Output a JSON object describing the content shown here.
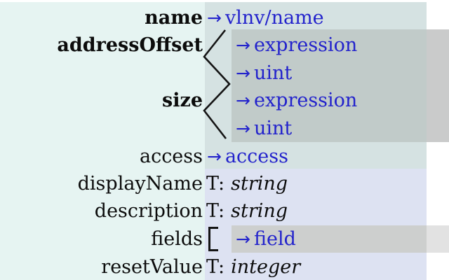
{
  "diagram": {
    "kind": "schema-element-type-diagram",
    "arrow": "→",
    "array_indicator": "[",
    "colors": {
      "page_bg": "#ffffff",
      "labels_bg": "#e6f4f2",
      "ref_row_bg": "#d5e2e2",
      "choice_group_bg": "#c1cbc9",
      "choice_group_overflow_bg": "#cacbcb",
      "scalar_row_bg": "#dde2f2",
      "fields_choice_bg": "#cdcfce",
      "fields_choice_overflow_bg": "#e2e2e2",
      "link_color": "#2323cc",
      "text_color": "#0c0c0c",
      "connector_color": "#141414"
    },
    "rows": [
      {
        "label": "name",
        "value": "vlnv/name",
        "style": "bold",
        "link": true
      },
      {
        "label": "addressOffset",
        "value": "expression",
        "style": "bold",
        "link": true,
        "choice": true
      },
      {
        "label": "",
        "value": "uint",
        "style": "normal",
        "link": true,
        "choice": true
      },
      {
        "label": "size",
        "value": "expression",
        "style": "bold",
        "link": true,
        "choice": true
      },
      {
        "label": "",
        "value": "uint",
        "style": "normal",
        "link": true,
        "choice": true
      },
      {
        "label": "access",
        "value": "access",
        "style": "normal",
        "link": true
      },
      {
        "label": "displayName",
        "prefix": "T:",
        "value": "string",
        "style": "normal",
        "value_style": "italic"
      },
      {
        "label": "description",
        "prefix": "T:",
        "value": "string",
        "style": "normal",
        "value_style": "italic"
      },
      {
        "label": "fields",
        "value": "field",
        "style": "normal",
        "link": true,
        "array": true
      },
      {
        "label": "resetValue",
        "prefix": "T:",
        "value": "integer",
        "style": "normal",
        "value_style": "italic"
      }
    ]
  }
}
